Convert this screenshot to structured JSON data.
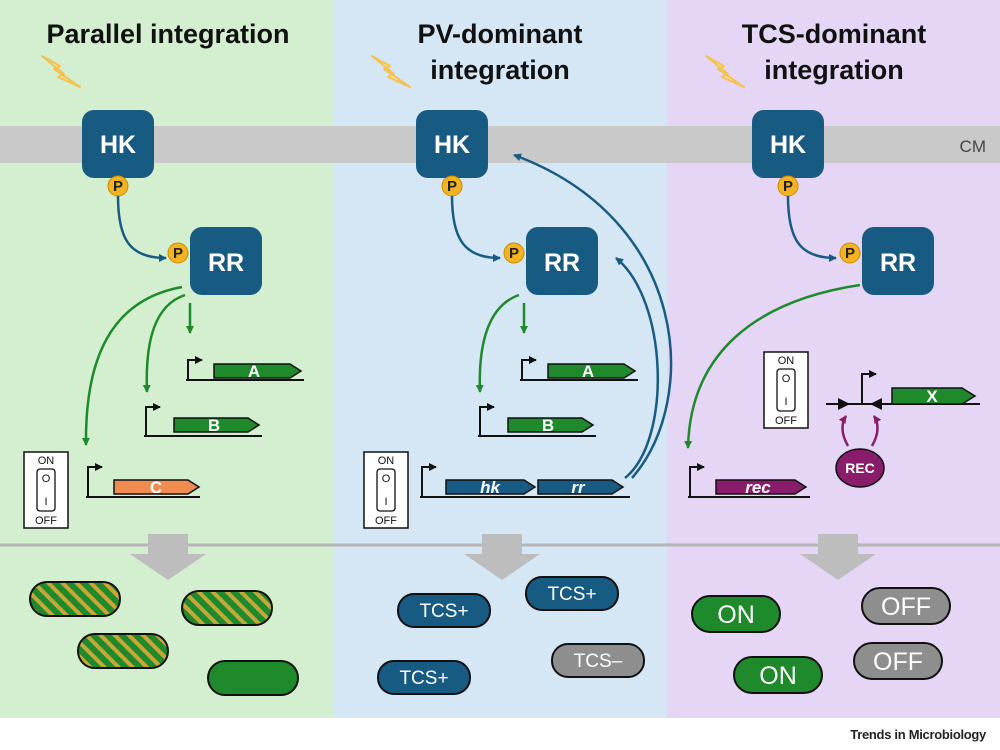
{
  "panels": {
    "parallel": {
      "title_line1": "Parallel integration",
      "title_line2": ""
    },
    "pv": {
      "title_line1": "PV-dominant",
      "title_line2": "integration"
    },
    "tcs": {
      "title_line1": "TCS-dominant",
      "title_line2": "integration"
    }
  },
  "labels": {
    "membrane": "CM",
    "hk": "HK",
    "rr": "RR",
    "phospho": "P",
    "switch_on": "ON",
    "switch_off": "OFF",
    "switch_o": "O",
    "switch_i": "I"
  },
  "genes": {
    "parallel": [
      "A",
      "B",
      "C"
    ],
    "pv": [
      "A",
      "B",
      "hk",
      "rr"
    ],
    "tcs": [
      "X",
      "rec"
    ],
    "recombinase": "REC"
  },
  "cells": {
    "pv": [
      "TCS+",
      "TCS+",
      "TCS+",
      "TCS–"
    ],
    "tcs": [
      "ON",
      "OFF",
      "ON",
      "OFF"
    ]
  },
  "colors": {
    "panel_green": "#d3efcf",
    "panel_blue": "#d5e6f4",
    "panel_purple": "#e6d6f5",
    "protein_blue": "#185b82",
    "gene_green": "#1e8a2b",
    "gene_orange": "#f08c50",
    "gene_purple": "#8a1c6c",
    "phospho_yellow": "#f4b321",
    "cell_gray": "#8e8e8e"
  },
  "credit": "Trends in Microbiology"
}
